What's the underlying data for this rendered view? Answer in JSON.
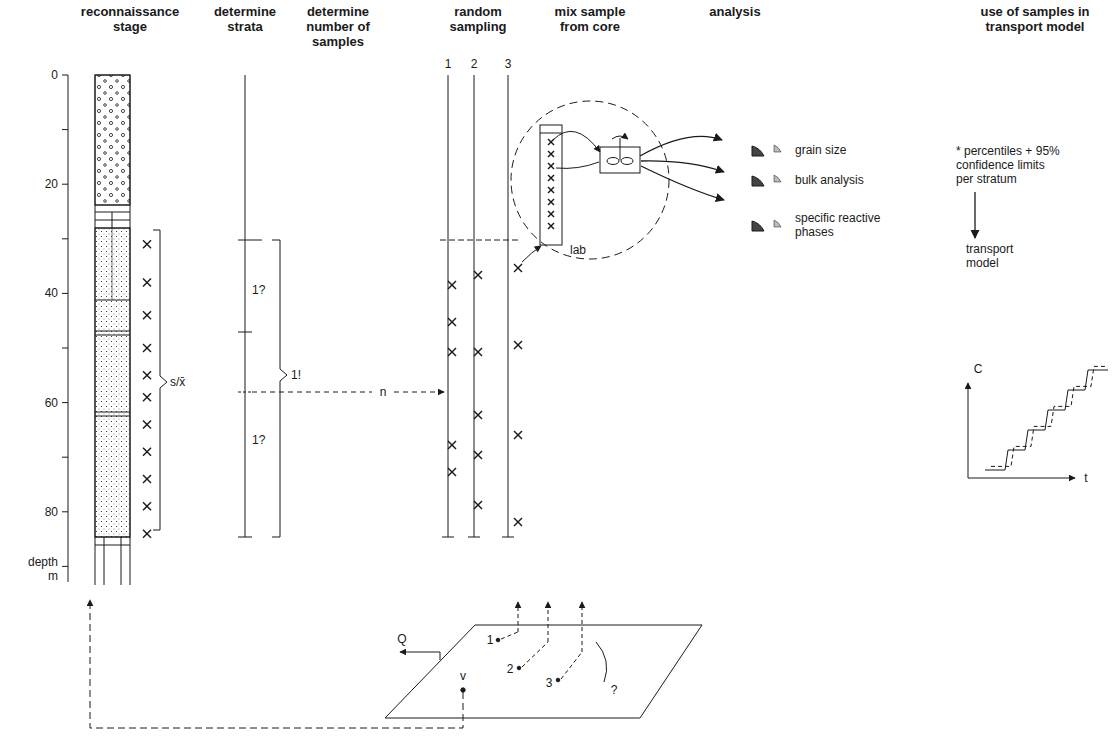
{
  "diagram": {
    "nodes": [
      {
        "text": [
          "lab"
        ]
      }
    ],
    "labels": [
      "reconnaissance stage",
      "determine strata",
      "determine number of samples",
      "random sampling",
      "mix sample from core",
      "analysis",
      "use of samples in transport model",
      "0",
      "20",
      "40",
      "60",
      "80",
      "depth",
      "m",
      "s/x̄",
      "1?",
      "1!",
      "1?",
      "n",
      "1",
      "2",
      "3",
      "grain size",
      "bulk analysis",
      "specific reactive phases",
      "* percentiles + 95% confidence limits per stratum",
      "transport model",
      "C",
      "t",
      "Q",
      "v",
      "1",
      "2",
      "3",
      "?"
    ]
  }
}
